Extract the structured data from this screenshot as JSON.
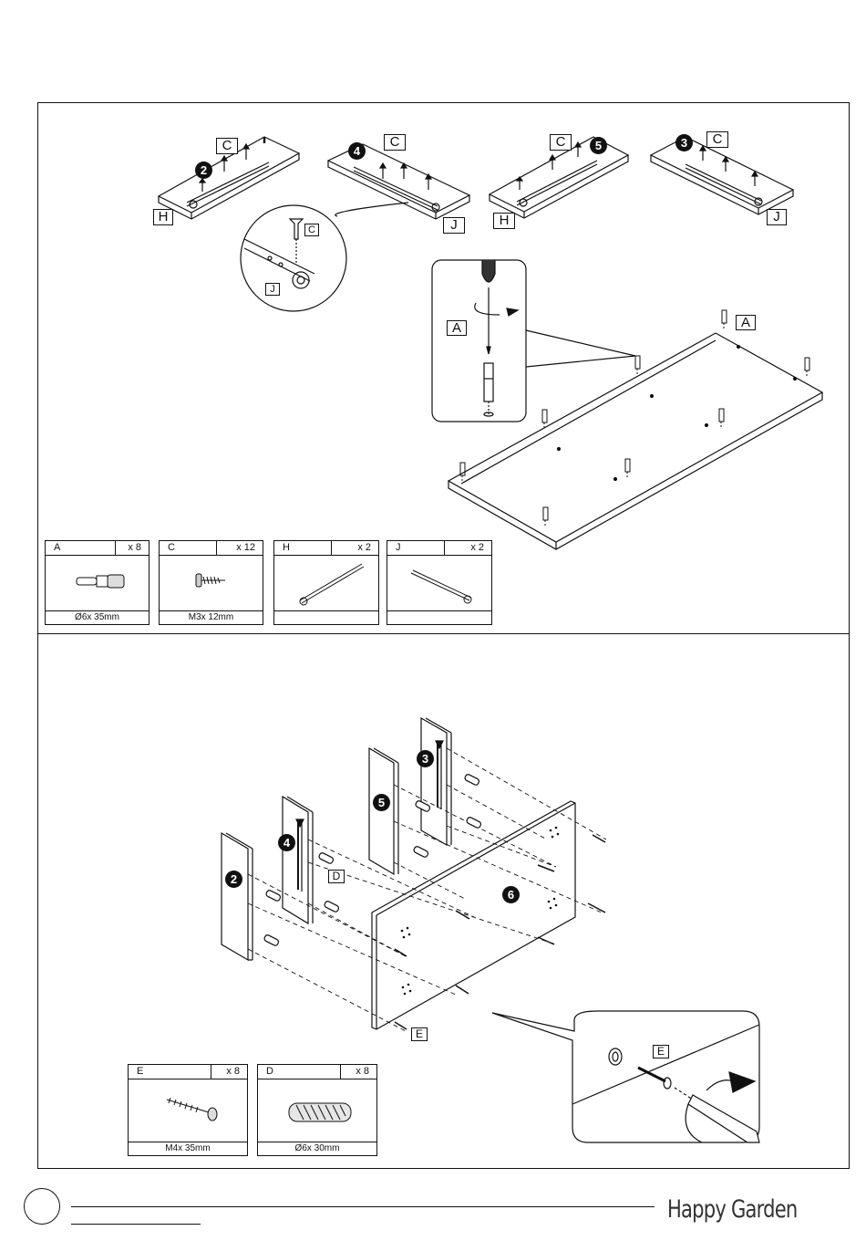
{
  "labels": {
    "C": "C",
    "H": "H",
    "J": "J",
    "A": "A",
    "D": "D",
    "E": "E"
  },
  "steps": {
    "two": "2",
    "three": "3",
    "four": "4",
    "five": "5",
    "six": "6"
  },
  "parts_top": [
    {
      "id": "A",
      "qty": "x 8",
      "size": "Ø6x 35mm"
    },
    {
      "id": "C",
      "qty": "x 12",
      "size": "M3x 12mm"
    },
    {
      "id": "H",
      "qty": "x 2",
      "size": ""
    },
    {
      "id": "J",
      "qty": "x 2",
      "size": ""
    }
  ],
  "parts_bottom": [
    {
      "id": "E",
      "qty": "x 8",
      "size": "M4x 35mm"
    },
    {
      "id": "D",
      "qty": "x 8",
      "size": "Ø6x 30mm"
    }
  ],
  "footer": {
    "brand": "Happy Garden"
  },
  "icons": [
    "screwdriver-icon",
    "rotation-arrow-icon",
    "screw-icon",
    "dowel-icon",
    "cam-bolt-icon",
    "drawer-runner-icon"
  ]
}
